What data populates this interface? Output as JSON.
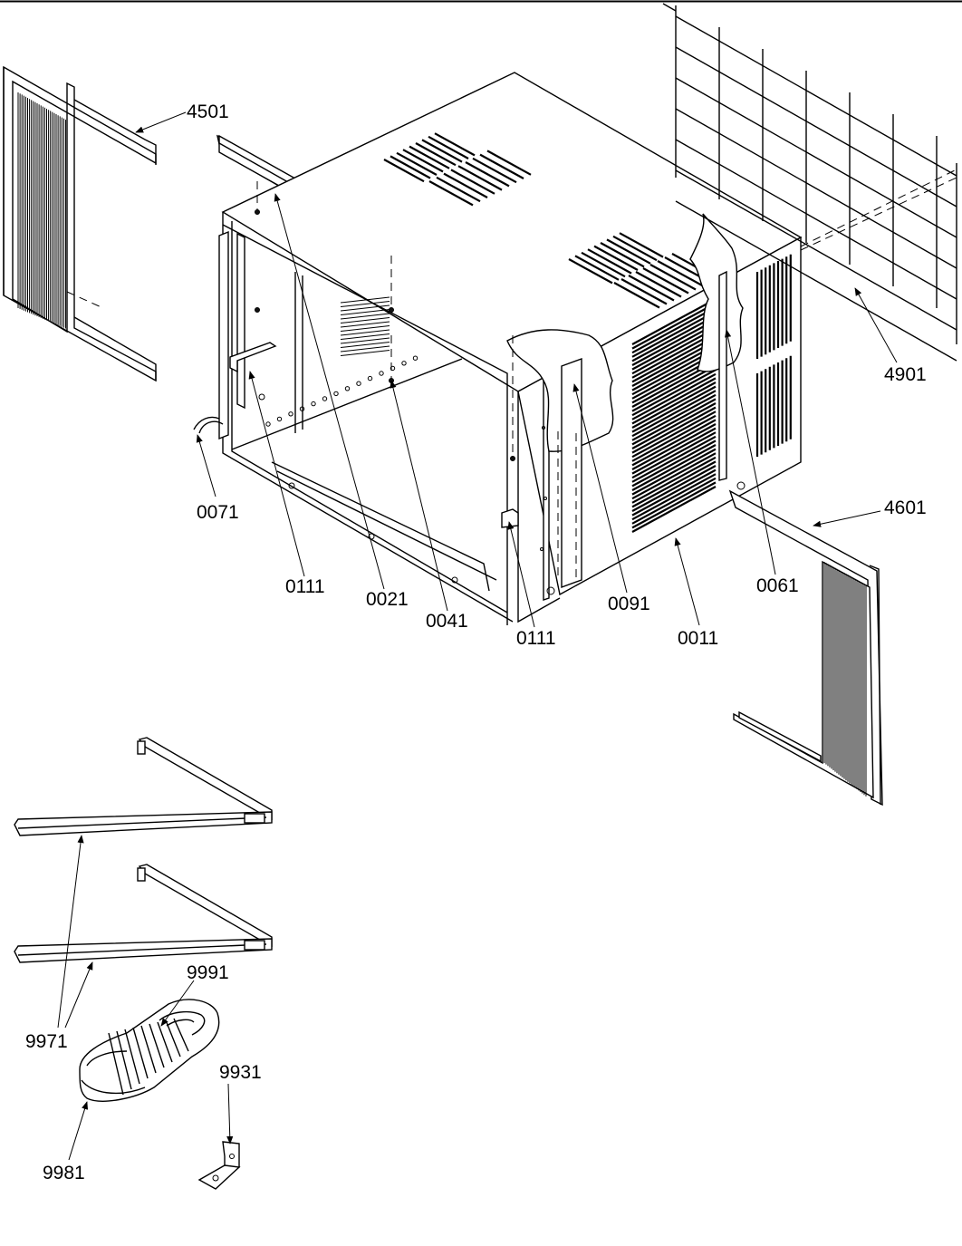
{
  "callouts": {
    "c4501": "4501",
    "c4901": "4901",
    "c0071": "0071",
    "c0111_left": "0111",
    "c0021": "0021",
    "c0041": "0041",
    "c0111_right": "0111",
    "c0091": "0091",
    "c0011": "0011",
    "c0061": "0061",
    "c4601": "4601",
    "c9991": "9991",
    "c9971": "9971",
    "c9931": "9931",
    "c9981": "9981"
  }
}
